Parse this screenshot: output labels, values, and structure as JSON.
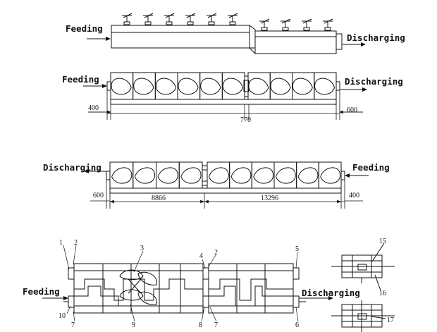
{
  "labels": {
    "feeding": "Feeding",
    "discharging": "Discharging"
  },
  "dimensions": {
    "d400": "400",
    "d600": "600",
    "d770": "770",
    "d8866": "8866",
    "d13296": "13296"
  },
  "callouts": [
    "1",
    "2",
    "3",
    "4",
    "2",
    "5",
    "10",
    "7",
    "9",
    "8",
    "7",
    "6",
    "15",
    "16",
    "17"
  ]
}
